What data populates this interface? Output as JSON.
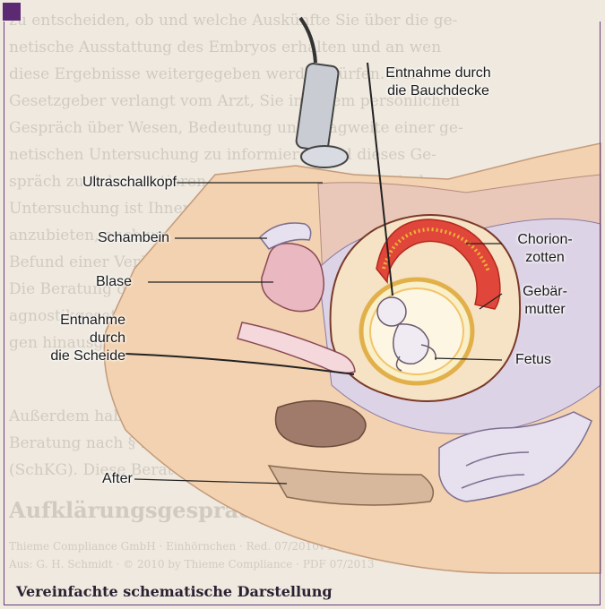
{
  "labels": {
    "abdomen_entry_1": "Entnahme durch",
    "abdomen_entry_2": "die Bauchdecke",
    "ultrasound_head": "Ultraschallkopf",
    "pubic_bone": "Schambein",
    "bladder": "Blase",
    "vaginal_entry_1": "Entnahme",
    "vaginal_entry_2": "durch",
    "vaginal_entry_3": "die Scheide",
    "anus": "After",
    "chorion_1": "Chorion-",
    "chorion_2": "zotten",
    "uterus_1": "Gebär-",
    "uterus_2": "mutter",
    "fetus": "Fetus"
  },
  "caption": "Vereinfachte schematische Darstellung",
  "colors": {
    "frame": "#5b2a73",
    "skin": "#f2d2b0",
    "uterus_wall": "#e0473a",
    "chorion": "#f0b23a",
    "amnion": "#fbeaa0",
    "bladder": "#e9b8c0",
    "bone": "#e7e1ef"
  }
}
